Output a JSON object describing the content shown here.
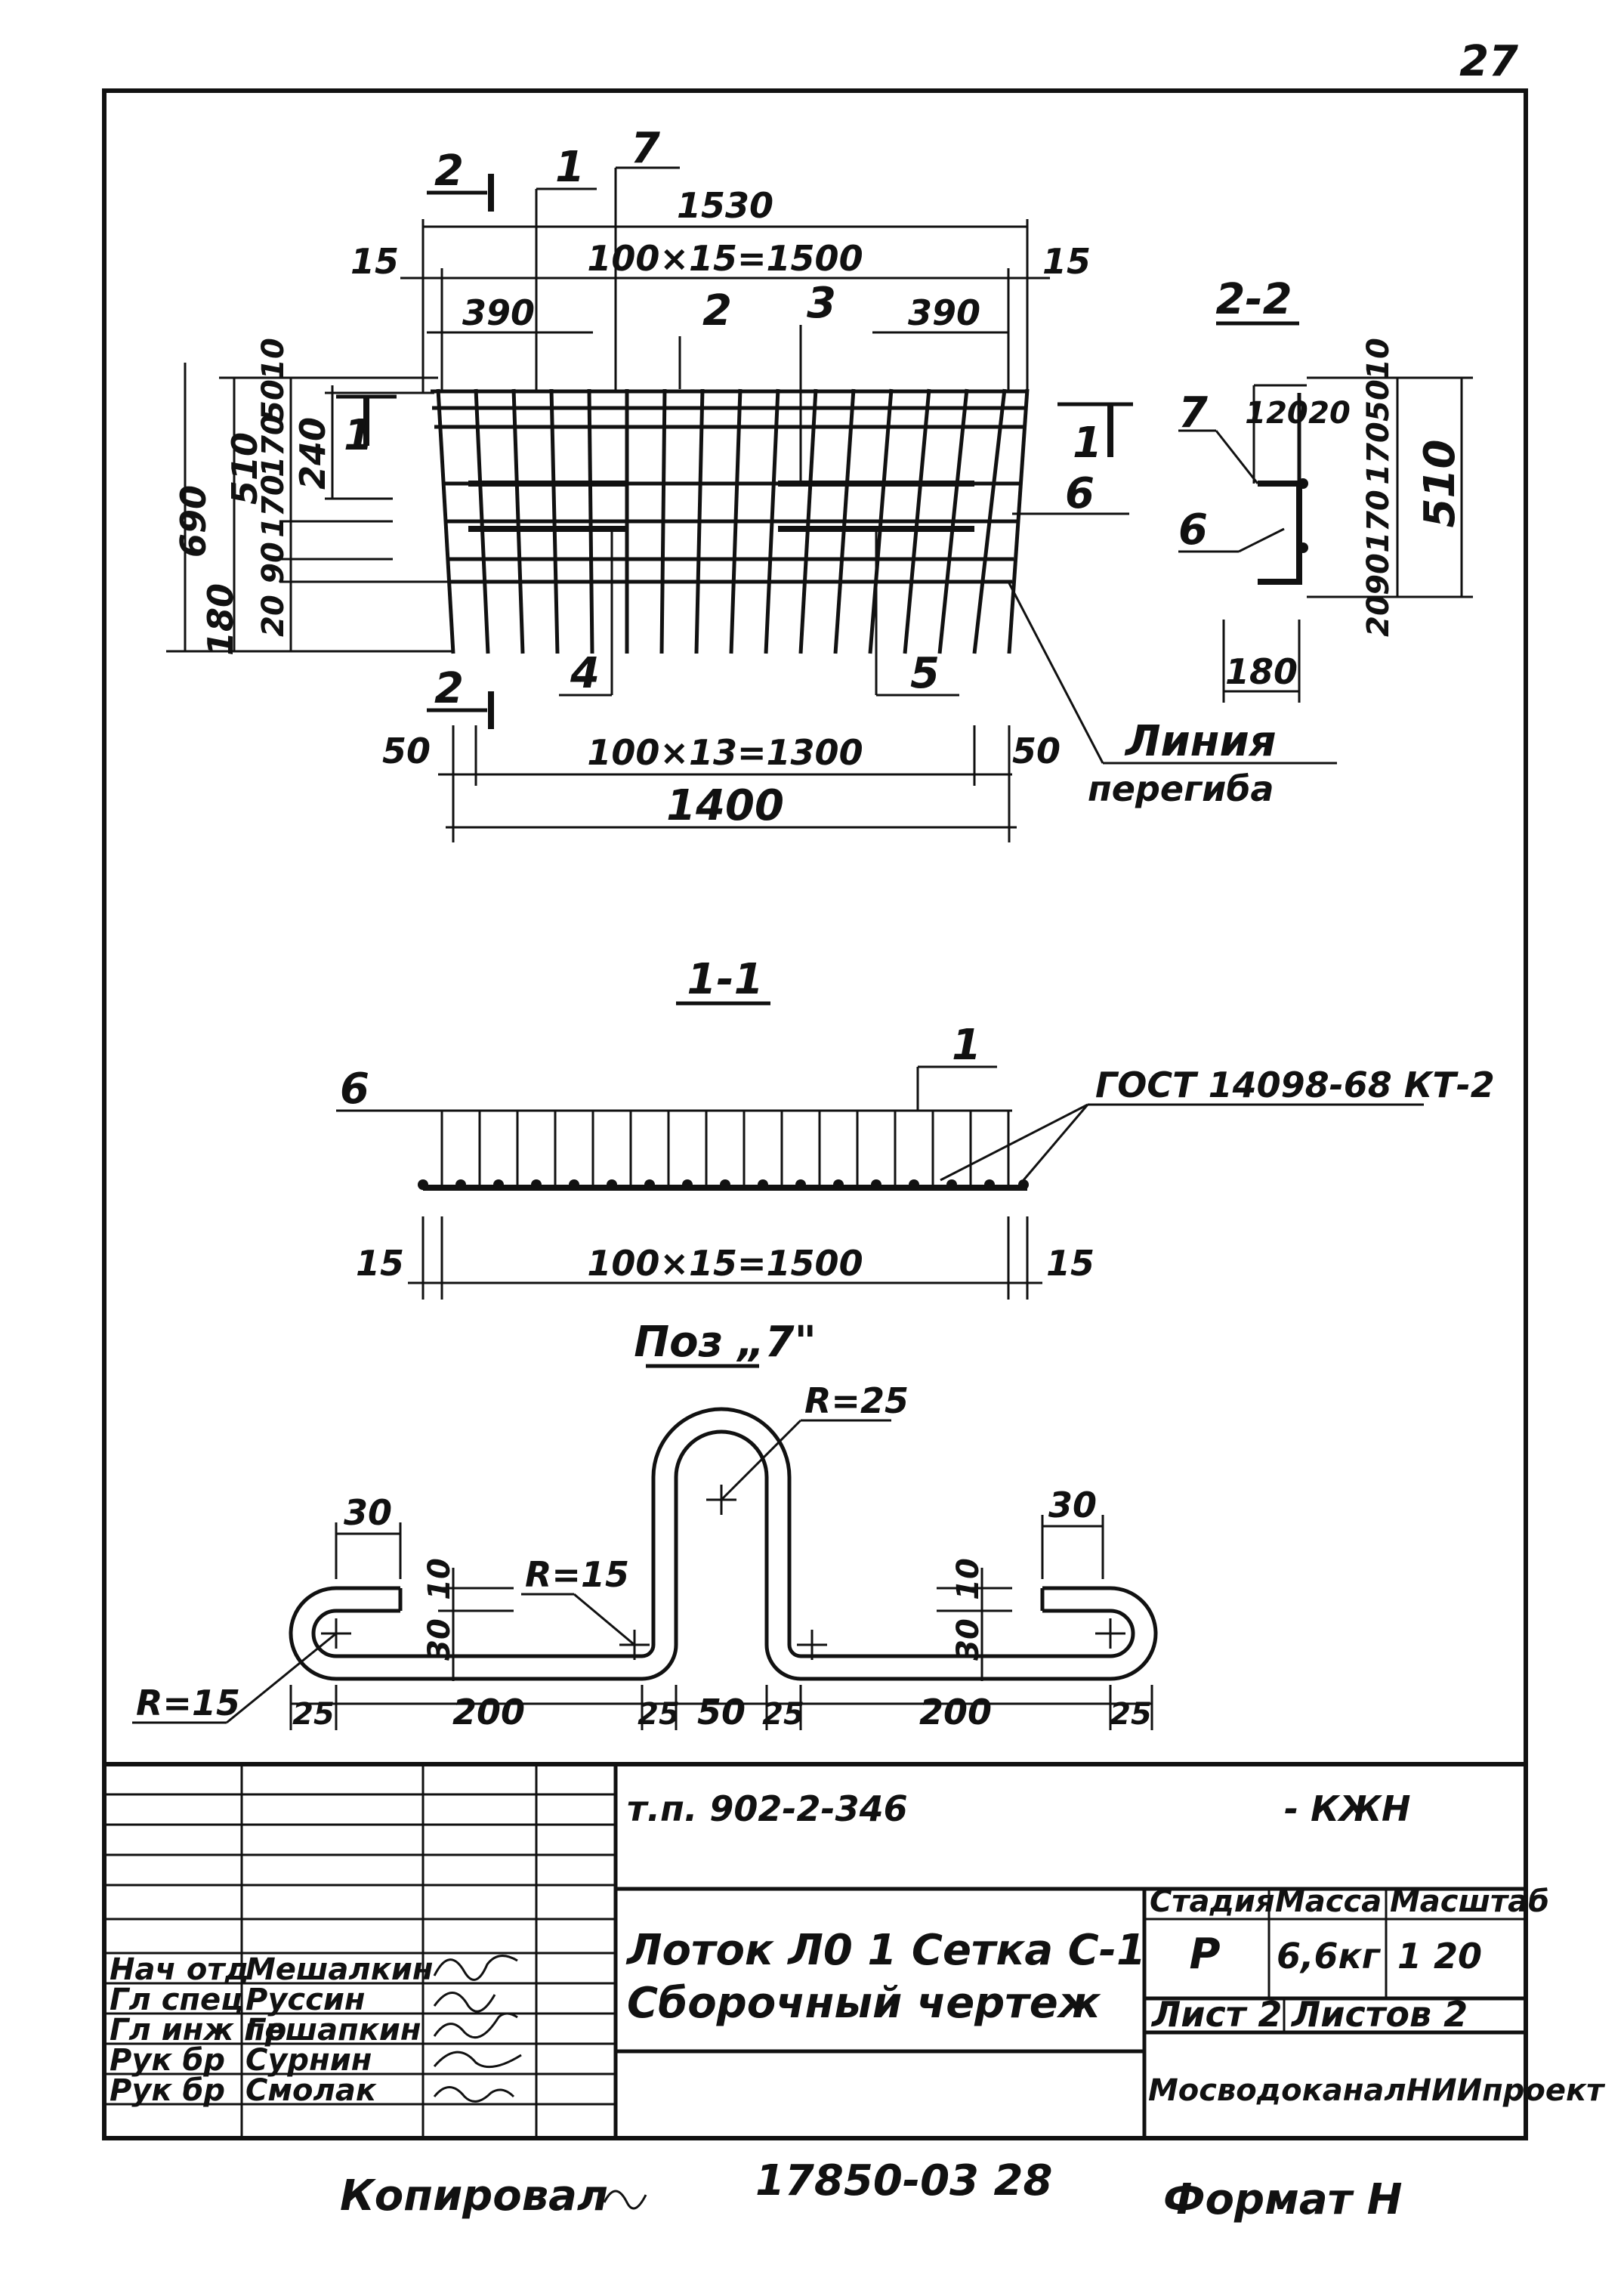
{
  "sheet_number_top": "27",
  "plan": {
    "overall_top": "1530",
    "edge_left": "15",
    "edge_right": "15",
    "spacing_top": "100×15=1500",
    "left_390": "390",
    "right_390": "390",
    "overall_bottom": "1400",
    "edge_bottom_left": "50",
    "edge_bottom_right": "50",
    "spacing_bottom": "100×13=1300",
    "left_dims": [
      "690",
      "510",
      "180",
      "20",
      "90",
      "170",
      "170",
      "50",
      "10",
      "240"
    ],
    "section_marks": [
      "2",
      "2",
      "1",
      "1"
    ],
    "position_marks": [
      "1",
      "7",
      "2",
      "3",
      "4",
      "5",
      "6"
    ],
    "bend_line_label_1": "Линия",
    "bend_line_label_2": "перегиба"
  },
  "section_2_2": {
    "title": "2-2",
    "dims": [
      "120",
      "20",
      "50",
      "10",
      "170",
      "170",
      "90",
      "20",
      "510",
      "180"
    ],
    "marks": [
      "7",
      "6"
    ]
  },
  "section_1_1": {
    "title": "1-1",
    "mark_6": "6",
    "mark_1": "1",
    "gost": "ГОСТ 14098-68 КТ-2",
    "edge_left": "15",
    "edge_right": "15",
    "spacing": "100×15=1500"
  },
  "pos7": {
    "title": "Поз „7\"",
    "r25": "R=25",
    "r15a": "R=15",
    "r15b": "R=15",
    "d30a": "30",
    "d30b": "30",
    "d10a": "10",
    "d10b": "10",
    "d30c": "30",
    "d30d": "30",
    "bottom": [
      "25",
      "200",
      "25",
      "50",
      "25",
      "200",
      "25"
    ]
  },
  "title_block": {
    "doc_code": "т.п. 902-2-346",
    "suffix": "- КЖН",
    "title_line1": "Лоток Л0 1 Сетка С-1",
    "title_line2": "Сборочный чертеж",
    "col_stage": "Стадия",
    "col_mass": "Масса",
    "col_scale": "Масштаб",
    "stage": "Р",
    "mass": "6,6кг",
    "scale": "1 20",
    "sheet": "Лист 2",
    "sheets": "Листов 2",
    "org": "МосводоканалНИИпроект",
    "signers": [
      {
        "role": "Нач отд",
        "name": "Мешалкин"
      },
      {
        "role": "Гл спец",
        "name": "Руссин"
      },
      {
        "role": "Гл инж пр",
        "name": "Гешапкин"
      },
      {
        "role": "Рук бр",
        "name": "Сурнин"
      },
      {
        "role": "Рук бр",
        "name": "Смолак"
      }
    ]
  },
  "footer": {
    "copied": "Копировал",
    "doc_number": "17850-03  28",
    "format": "Формат Н"
  }
}
